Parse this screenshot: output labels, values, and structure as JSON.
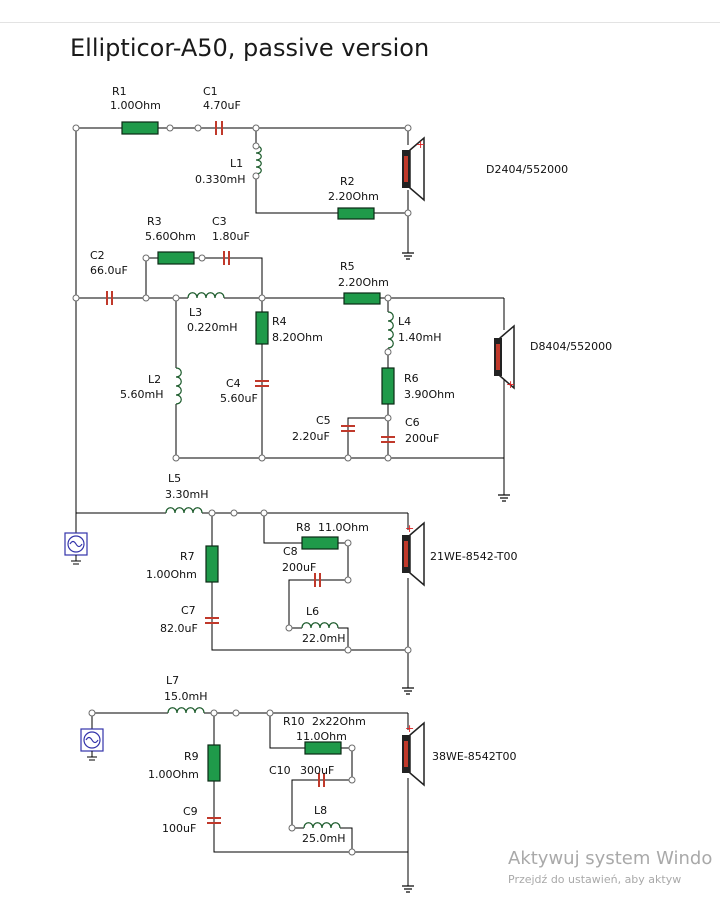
{
  "title": "Ellipticor-A50, passive version",
  "components": {
    "R1": {
      "name": "R1",
      "value": "1.00Ohm"
    },
    "C1": {
      "name": "C1",
      "value": "4.70uF"
    },
    "L1": {
      "name": "L1",
      "value": "0.330mH"
    },
    "R2": {
      "name": "R2",
      "value": "2.20Ohm"
    },
    "R3": {
      "name": "R3",
      "value": "5.60Ohm"
    },
    "C3": {
      "name": "C3",
      "value": "1.80uF"
    },
    "C2": {
      "name": "C2",
      "value": "66.0uF"
    },
    "L3": {
      "name": "L3",
      "value": "0.220mH"
    },
    "R5": {
      "name": "R5",
      "value": "2.20Ohm"
    },
    "R4": {
      "name": "R4",
      "value": "8.20Ohm"
    },
    "L4": {
      "name": "L4",
      "value": "1.40mH"
    },
    "L2": {
      "name": "L2",
      "value": "5.60mH"
    },
    "C4": {
      "name": "C4",
      "value": "5.60uF"
    },
    "R6": {
      "name": "R6",
      "value": "3.90Ohm"
    },
    "C5": {
      "name": "C5",
      "value": "2.20uF"
    },
    "C6": {
      "name": "C6",
      "value": "200uF"
    },
    "L5": {
      "name": "L5",
      "value": "3.30mH"
    },
    "R8": {
      "name": "R8",
      "value": "11.0Ohm"
    },
    "C8": {
      "name": "C8",
      "value": "200uF"
    },
    "R7": {
      "name": "R7",
      "value": "1.00Ohm"
    },
    "L6": {
      "name": "L6",
      "value": "22.0mH"
    },
    "C7": {
      "name": "C7",
      "value": "82.0uF"
    },
    "L7": {
      "name": "L7",
      "value": "15.0mH"
    },
    "R10": {
      "name": "R10",
      "value": "2x22Ohm",
      "value2": "11.0Ohm"
    },
    "C10": {
      "name": "C10",
      "value": "300uF"
    },
    "R9": {
      "name": "R9",
      "value": "1.00Ohm"
    },
    "L8": {
      "name": "L8",
      "value": "25.0mH"
    },
    "C9": {
      "name": "C9",
      "value": "100uF"
    }
  },
  "speakers": {
    "tweeter": "D2404/552000",
    "mid": "D8404/552000",
    "woofer1": "21WE-8542-T00",
    "woofer2": "38WE-8542T00"
  },
  "watermark": {
    "line1": "Aktywuj system Windo",
    "line2": "Przejdź do ustawień, aby aktyw"
  }
}
